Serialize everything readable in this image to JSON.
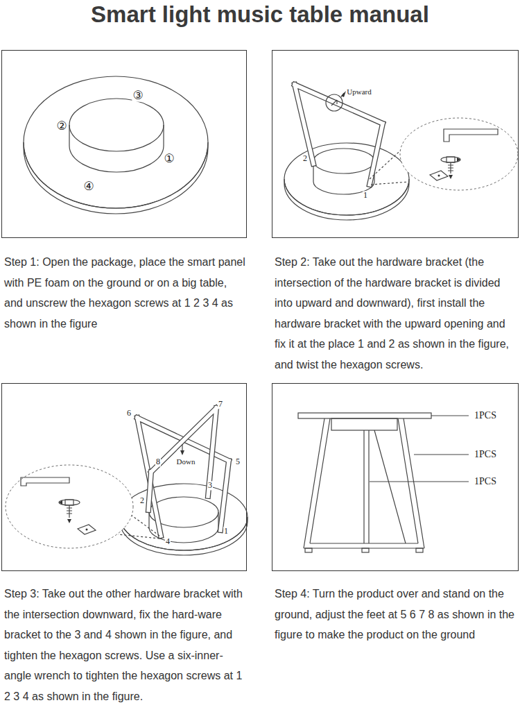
{
  "diagram": {
    "title": "Smart light music table manual",
    "nodes": [
      {
        "text": [
          "Step 1: Open the package, place the smart panel with PE foam on the ground or on a big table, and unscrew the hexagon screws at 1 2 3 4 as shown in the figure"
        ]
      },
      {
        "text": [
          "Step 2: Take out the hardware bracket (the intersection of the hardware bracket is divided into upward and downward), first install the hardware bracket with the upward opening and fix it at the place 1 and 2 as shown in the figure, and twist the hexagon screws."
        ]
      },
      {
        "text": [
          "Step 3: Take out the other hardware bracket with the intersection downward, fix the hard-ware bracket to the 3 and 4 shown in the figure, and tighten the hexagon screws. Use a six-inner-angle wrench to tighten the hexagon screws at 1 2 3 4 as shown in the figure."
        ]
      },
      {
        "text": [
          "Step 4: Turn the product over and stand on the ground, adjust the feet at 5 6 7 8 as shown in the figure to make the product on the ground"
        ]
      }
    ],
    "labels": [
      "③",
      "②",
      "①",
      "④",
      "Upward",
      "2",
      "1",
      "6",
      "7",
      "8",
      "Down",
      "5",
      "2",
      "3",
      "4",
      "1",
      "1PCS",
      "1PCS",
      "1PCS"
    ]
  }
}
